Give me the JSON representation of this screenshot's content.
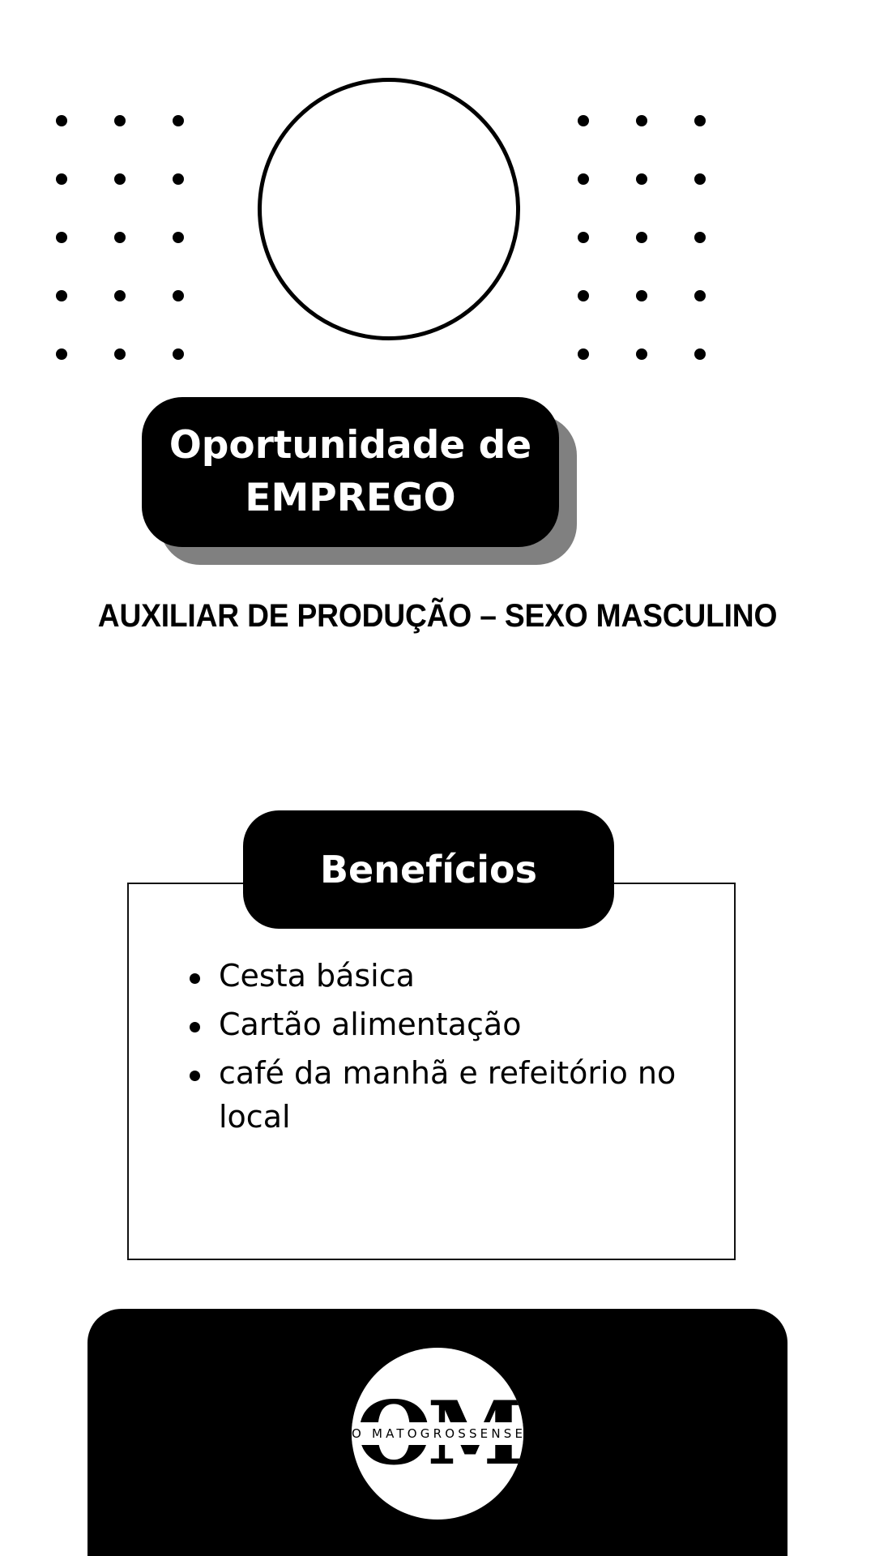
{
  "poster": {
    "background_color": "#ffffff",
    "accent_color": "#000000",
    "shadow_color": "#808080"
  },
  "decoration": {
    "circle_outline": {
      "name": "hero-circle-outline"
    },
    "dot_grid_left": {
      "columns": 3,
      "rows": 5,
      "dot_color": "#000000"
    },
    "dot_grid_right": {
      "columns": 3,
      "rows": 5,
      "dot_color": "#000000"
    }
  },
  "title_badge": {
    "line1": "Oportunidade de",
    "line2": "EMPREGO",
    "background_color": "#000000",
    "text_color": "#ffffff"
  },
  "headline": "AUXILIAR DE PRODUÇÃO – SEXO MASCULINO",
  "benefits": {
    "badge_label": "Benefícios",
    "items": [
      "Cesta básica",
      "Cartão alimentação",
      "café da manhã e refeitório no local"
    ]
  },
  "footer": {
    "logo_mark": "OM",
    "logo_wordmark": "O MATOGROSSENSE",
    "panel_color": "#000000"
  }
}
